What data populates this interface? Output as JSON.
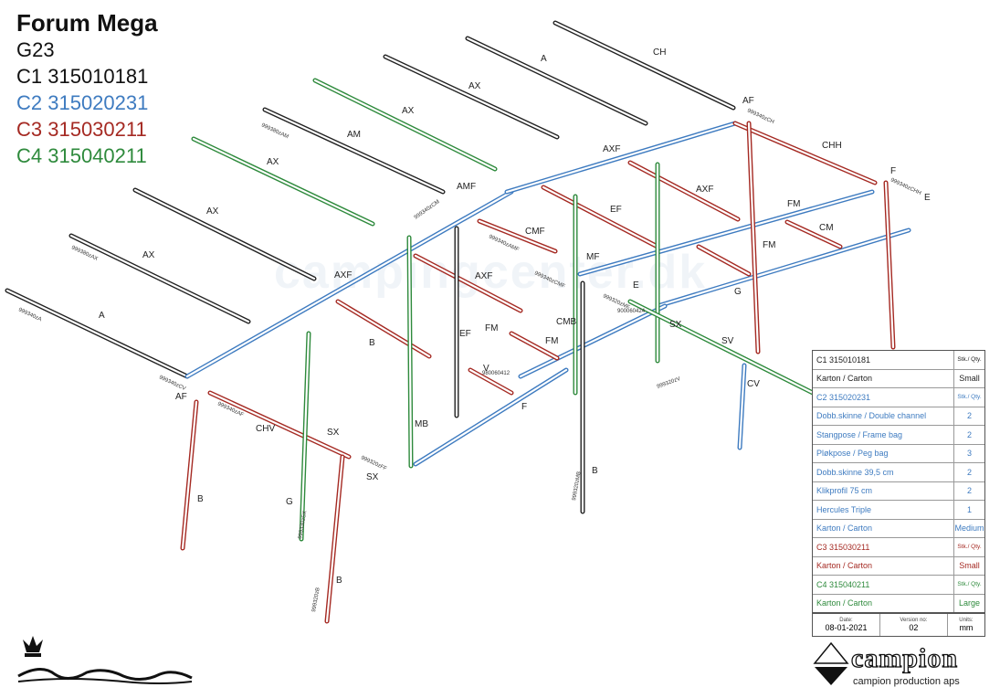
{
  "title": {
    "model": "Forum Mega",
    "size": "G23",
    "codes": [
      {
        "text": "C1 315010181",
        "color": "#111111"
      },
      {
        "text": "C2 315020231",
        "color": "#3e7bc0"
      },
      {
        "text": "C3 315030211",
        "color": "#a52a23"
      },
      {
        "text": "C4 315040211",
        "color": "#2e8a3c"
      }
    ]
  },
  "watermark": "campingcenter.dk",
  "colors": {
    "black": "#222222",
    "blue": "#3e7bc0",
    "red": "#a52a23",
    "green": "#2e8a3c"
  },
  "part_labels": [
    "A",
    "AX",
    "AX",
    "AX",
    "AM",
    "AX",
    "AX",
    "A",
    "CH",
    "AF",
    "CHH",
    "F",
    "E",
    "AXF",
    "AXF",
    "EF",
    "FM",
    "CM",
    "AMF",
    "CMF",
    "MF",
    "E",
    "AXF",
    "AXF",
    "B",
    "FM",
    "G",
    "SX",
    "CMB",
    "EF",
    "FM",
    "FM",
    "V",
    "SV",
    "CV",
    "AF",
    "CHV",
    "SX",
    "G",
    "F",
    "SX",
    "MB",
    "B",
    "B",
    "B"
  ],
  "part_codes": [
    "999340zA",
    "999380zAX",
    "999380zAM",
    "999340zCH",
    "999340zCHH",
    "999340zCM",
    "999340zAMF",
    "999340zCMF",
    "999320zMF",
    "999340zCV",
    "999340zAF",
    "999320zFF",
    "999330zSX",
    "999320zB",
    "999320zMB",
    "999320zV",
    "900060424",
    "980060412"
  ],
  "table": {
    "rows": [
      {
        "name": "C1 315010181",
        "qty": "Stk./ Qty.",
        "color": "col1",
        "header": true
      },
      {
        "name": "Karton / Carton",
        "qty": "Small",
        "color": "col1"
      },
      {
        "name": "C2 315020231",
        "qty": "Stk./ Qty.",
        "color": "col2",
        "header": true
      },
      {
        "name": "Dobb.skinne / Double channel",
        "qty": "2",
        "color": "col2"
      },
      {
        "name": "Stangpose / Frame bag",
        "qty": "2",
        "color": "col2"
      },
      {
        "name": "Pløkpose / Peg bag",
        "qty": "3",
        "color": "col2"
      },
      {
        "name": "Dobb.skinne 39,5 cm",
        "qty": "2",
        "color": "col2"
      },
      {
        "name": "Klikprofil 75 cm",
        "qty": "2",
        "color": "col2"
      },
      {
        "name": "Hercules Triple",
        "qty": "1",
        "color": "col2"
      },
      {
        "name": "Karton / Carton",
        "qty": "Medium",
        "color": "col2"
      },
      {
        "name": "C3 315030211",
        "qty": "Stk./ Qty.",
        "color": "col3",
        "header": true
      },
      {
        "name": "Karton / Carton",
        "qty": "Small",
        "color": "col3"
      },
      {
        "name": "C4 315040211",
        "qty": "Stk./ Qty.",
        "color": "col4",
        "header": true
      },
      {
        "name": "Karton / Carton",
        "qty": "Large",
        "color": "col4"
      }
    ]
  },
  "info": {
    "date_caption": "Date:",
    "date": "08-01-2021",
    "version_caption": "Version no:",
    "version": "02",
    "units_caption": "Units:",
    "units": "mm"
  },
  "brand": {
    "name": "campion",
    "sub": "campion production aps",
    "logo": "Isabella"
  }
}
